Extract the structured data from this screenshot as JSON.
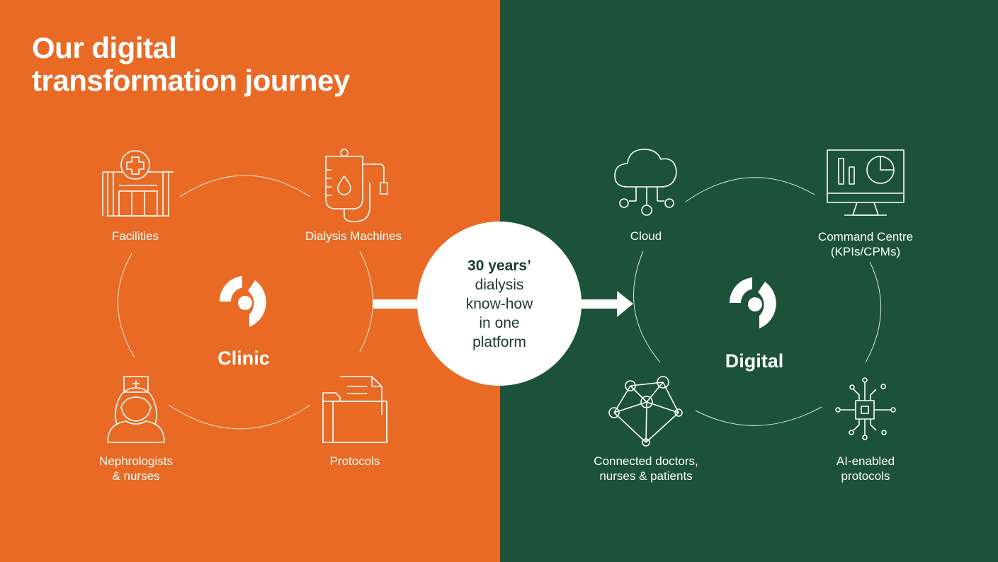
{
  "title": {
    "line1": "Our digital",
    "line2": "transformation journey"
  },
  "colors": {
    "clinic_bg": "#E86A25",
    "digital_bg": "#1C5239",
    "text_on_panels": "#FFFFFF",
    "bubble_bg": "#FFFFFF",
    "bubble_text": "#1E3A2B"
  },
  "clinic": {
    "hub_label": "Clinic",
    "hub_icon": "logo-mark-icon",
    "items": [
      {
        "label": "Facilities",
        "icon": "hospital-building-icon"
      },
      {
        "label": "Dialysis Machines",
        "icon": "iv-drip-bag-icon"
      },
      {
        "label_line1": "Nephrologists",
        "label_line2": "& nurses",
        "icon": "nurse-icon"
      },
      {
        "label": "Protocols",
        "icon": "folder-documents-icon"
      }
    ]
  },
  "center": {
    "line1": "30 years’",
    "line2": "dialysis",
    "line3": "know-how",
    "line4": "in one",
    "line5": "platform"
  },
  "digital": {
    "hub_label": "Digital",
    "hub_icon": "logo-mark-icon",
    "items": [
      {
        "label": "Cloud",
        "icon": "cloud-network-icon"
      },
      {
        "label_line1": "Command Centre",
        "label_line2": "(KPIs/CPMs)",
        "icon": "monitor-dashboard-icon"
      },
      {
        "label_line1": "Connected doctors,",
        "label_line2": "nurses & patients",
        "icon": "network-nodes-icon"
      },
      {
        "label_line1": "AI-enabled",
        "label_line2": "protocols",
        "icon": "ai-chip-icon"
      }
    ]
  }
}
